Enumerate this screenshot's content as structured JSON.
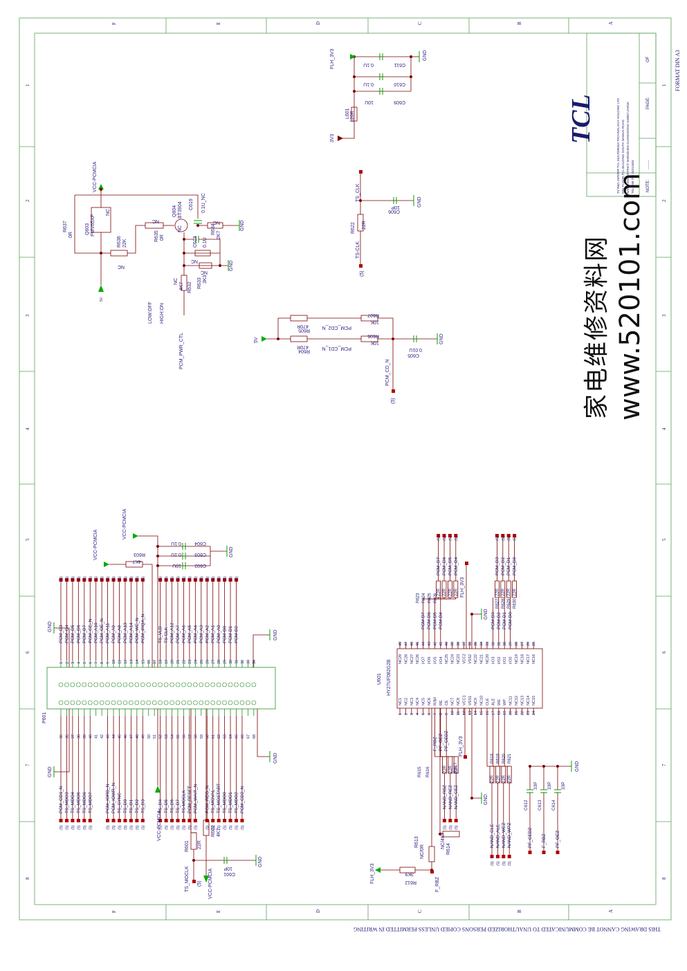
{
  "border": {
    "col_labels": [
      "F",
      "E",
      "D",
      "C",
      "B",
      "A"
    ],
    "row_labels": [
      "1",
      "2",
      "3",
      "4",
      "5",
      "6",
      "7",
      "8"
    ],
    "format": "FORMAT DIN A3",
    "footer_note": "THIS DRAWING CANNOT BE COMMUNICATED TO UNAUTHORIZED PERSONS COPIED UNLESS PERMITTED IN WRITING"
  },
  "title_block": {
    "logo": "TCL",
    "address_lines": [
      "TV R&D CENTER TCL MULTIMEDIA TECHNOLOGY HOLDING LTD",
      "5TH FLOOR,TCL BUILDING SOUTH NANHAI ROAD",
      "NANSHAN DISTRICT SHENZHEN GUANGDONG 518067,CHINA",
      "TEL: +86 755 33312403"
    ],
    "of_label": "OF",
    "page_label": "PAGE:",
    "note_label": "NOTE:",
    "note_dots": "........"
  },
  "watermark": {
    "chinese": "家电维修资料网",
    "url": "www.520101.com"
  },
  "flh_block": {
    "net_top": "FLH_3V3",
    "net_bottom": "3V3",
    "inductor_ref": "L601",
    "inductor_val": "120R",
    "caps": [
      {
        "ref": "C611",
        "val": "0.1U"
      },
      {
        "ref": "C610",
        "val": "0.1U"
      },
      {
        "ref": "C609",
        "val": "10U"
      }
    ],
    "gnd": "GND"
  },
  "ts_clk_block": {
    "net": "TS_CLK",
    "net2": "TS-CLK",
    "res_ref": "R622",
    "res_val": "22R",
    "cap_ref": "C606",
    "cap_val": "10P",
    "sheet": "(5)",
    "gnd": "GND"
  },
  "cd_block": {
    "supply": "5V",
    "r604": "R604",
    "r604_val": "470R",
    "r605": "R605",
    "r605_val": "470R",
    "r606": "R606",
    "r606_val": "10K",
    "r607": "R607",
    "r607_val": "10K",
    "net_cd1": "PCM_CD1_N",
    "net_cd2": "PCM_CD2_N",
    "net_cdn": "PCM_CD_N",
    "cap_ref": "C605",
    "cap_val": "0.01U",
    "sheet": "(5)",
    "gnd": "GND"
  },
  "power_block": {
    "vcc": "VCC-PCMCIA",
    "supply": "5V",
    "r637": "R637",
    "r637_val": "0R",
    "q603": "Q603",
    "q603_part": "PMV65XP",
    "nc": "NC",
    "r636": "R636",
    "r636_val": "22K",
    "r635": "R635",
    "r635_val": "0R",
    "q604": "Q604",
    "q604_part": "BT3904",
    "c619": "C619",
    "c619_val": "0.1U_NC",
    "c618": "C618",
    "c618_val": "0.1U",
    "r634": "R634",
    "r634_val": "2K7",
    "r633": "R633",
    "r633_val": "3K3",
    "r632": "R632",
    "r632_val": "4K7",
    "low_off": "LOW:OFF",
    "high_on": "HIGH:ON",
    "ctl_net": "PCM_PWR_CTL",
    "gnd": "GND"
  },
  "pcmcia": {
    "ref": "P601",
    "vcc": "VCC-PCMCIA",
    "gnd": "GND",
    "r603": "R603",
    "r603_val": "4K7",
    "caps": [
      {
        "ref": "C604",
        "val": "0.1U"
      },
      {
        "ref": "C603",
        "val": "0.1U"
      },
      {
        "ref": "C602",
        "val": "10U"
      }
    ],
    "top_nets": [
      "PCM_D3",
      "PCM_D4",
      "PCM_D5",
      "PCM_D6",
      "PCM_D7",
      "PCM_CE_N",
      "PCM_A10",
      "PCM_OE_N",
      "PCM_A11",
      "PCM_A9",
      "PCM_A8",
      "PCM_A13",
      "PCM_A14",
      "PCM_WE_N",
      "PCM_IRQA_N",
      "",
      "",
      "TS_VLD",
      "TS-CLK",
      "PCM_A12",
      "PCM_A7",
      "PCM_A6",
      "PCM_A5",
      "PCM_A4",
      "PCM_A3",
      "PCM_A2",
      "PCM_A1",
      "PCM_A0",
      "PCM-D0",
      "PCM-D1",
      "PCM-D2",
      ""
    ],
    "top_pins": [
      "1",
      "2",
      "3",
      "4",
      "5",
      "6",
      "7",
      "8",
      "9",
      "10",
      "11",
      "12",
      "13",
      "14",
      "15",
      "16",
      "17",
      "18",
      "19",
      "20",
      "21",
      "22",
      "23",
      "24",
      "25",
      "26",
      "27",
      "28",
      "29",
      "30",
      "31",
      "32",
      "33",
      "34"
    ],
    "bottom_pins": [
      "35",
      "36",
      "37",
      "38",
      "39",
      "40",
      "41",
      "42",
      "43",
      "44",
      "45",
      "46",
      "47",
      "48",
      "49",
      "50",
      "51",
      "52",
      "53",
      "54",
      "55",
      "56",
      "57",
      "58",
      "59",
      "60",
      "61",
      "62",
      "63",
      "64",
      "65",
      "66",
      "67",
      "68"
    ],
    "bottom_nets": [
      "PCM_CD1_N",
      "TS_MDO3",
      "TS_MDO4",
      "TS_MDO5",
      "TS_MDO6",
      "TS_MDO7",
      "",
      "",
      "PCM_IORD_N",
      "PCM_IOWR_N",
      "TS_SYNC",
      "TS_D0",
      "TS_D1",
      "TS_D2",
      "TS_D3",
      "",
      "",
      "TS_D4",
      "TS_D5",
      "TS_D6",
      "TS_D7",
      "TS-MOCLK",
      "PCM_RESET",
      "PCM_WAIT_N",
      "",
      "PCM_REG_N",
      "TS_MOVAL",
      "TS_MOSTART",
      "TS_MDO0",
      "TS_MDO1",
      "TS_MDO2",
      "PCM_CD2_N"
    ],
    "sheet": "(5)",
    "r601": "R601",
    "r601_val": "22R",
    "r602": "R602",
    "r602_val": "4K7",
    "c601": "C601",
    "c601_val": "10P",
    "ts_moclk": "TS_MOCLK"
  },
  "nand": {
    "ref": "U601",
    "part": "HY27UF082G2B",
    "flh": "FLH_3V3",
    "gnd": "GND",
    "left_pins": [
      {
        "n": "1",
        "name": "NC1"
      },
      {
        "n": "2",
        "name": "NC2"
      },
      {
        "n": "3",
        "name": "NC3"
      },
      {
        "n": "4",
        "name": "NC4"
      },
      {
        "n": "5",
        "name": "NC5"
      },
      {
        "n": "6",
        "name": "NC6"
      },
      {
        "n": "7",
        "name": "R/B#"
      },
      {
        "n": "8",
        "name": "RE"
      },
      {
        "n": "9",
        "name": "CE"
      },
      {
        "n": "10",
        "name": "NC7"
      },
      {
        "n": "11",
        "name": "NC8"
      },
      {
        "n": "12",
        "name": "VCC1"
      },
      {
        "n": "13",
        "name": "VSS1"
      },
      {
        "n": "14",
        "name": "NC9"
      },
      {
        "n": "15",
        "name": "NC10"
      },
      {
        "n": "16",
        "name": "CLE"
      },
      {
        "n": "17",
        "name": "ALE"
      },
      {
        "n": "18",
        "name": "WE"
      },
      {
        "n": "19",
        "name": "WP"
      },
      {
        "n": "20",
        "name": "NC11"
      },
      {
        "n": "21",
        "name": "NC12"
      },
      {
        "n": "22",
        "name": "NC13"
      },
      {
        "n": "23",
        "name": "NC14"
      },
      {
        "n": "24",
        "name": "NC15"
      }
    ],
    "right_pins": [
      {
        "n": "48",
        "name": "NC29"
      },
      {
        "n": "47",
        "name": "NC28"
      },
      {
        "n": "46",
        "name": "NC27"
      },
      {
        "n": "45",
        "name": "NC26"
      },
      {
        "n": "44",
        "name": "I/O7"
      },
      {
        "n": "43",
        "name": "I/O6"
      },
      {
        "n": "42",
        "name": "I/O5"
      },
      {
        "n": "41",
        "name": "I/O4"
      },
      {
        "n": "40",
        "name": "NC25"
      },
      {
        "n": "39",
        "name": "NC24"
      },
      {
        "n": "38",
        "name": "NC23"
      },
      {
        "n": "37",
        "name": "VCC2"
      },
      {
        "n": "36",
        "name": "VSS2"
      },
      {
        "n": "35",
        "name": "NC22"
      },
      {
        "n": "34",
        "name": "NC21"
      },
      {
        "n": "33",
        "name": "NC20"
      },
      {
        "n": "32",
        "name": "I/O3"
      },
      {
        "n": "31",
        "name": "I/O2"
      },
      {
        "n": "30",
        "name": "I/O1"
      },
      {
        "n": "29",
        "name": "I/O0"
      },
      {
        "n": "28",
        "name": "NC19"
      },
      {
        "n": "27",
        "name": "NC18"
      },
      {
        "n": "26",
        "name": "NC17"
      },
      {
        "n": "25",
        "name": "NC16"
      }
    ],
    "data_hi_nets": [
      "PCM-D7",
      "PCM-D6",
      "PCM-D5",
      "PCM-D4"
    ],
    "data_hi_out": [
      "PCM_D7",
      "PCM_D6",
      "PCM_D5",
      "PCM_D4"
    ],
    "data_hi_res": [
      "R623",
      "R624",
      "R625",
      "R626"
    ],
    "data_lo_nets": [
      "PCM-D3",
      "PCM-D2",
      "PCM-D1",
      "PCM-D0"
    ],
    "data_lo_out": [
      "PCM_D3",
      "PCM_D2",
      "PCM_D1",
      "PCM_D0"
    ],
    "data_lo_res": [
      "R627",
      "R628",
      "R629",
      "R630"
    ],
    "res_val": "22R",
    "ctl_res": [
      "R615",
      "R616",
      "R617"
    ],
    "ctl_nets": [
      "F_RBZ",
      "PF_OEZ",
      "PF_CEDZ"
    ],
    "ctl_out": [
      "NAND_RBZ",
      "NAND_REZ",
      "NAND_CEZ"
    ],
    "cle_res": [
      "R618",
      "R619",
      "R620",
      "R621"
    ],
    "cle_out": [
      "NAND_CLE",
      "NAND_ALE",
      "NAND_WEZ",
      "NAND_WPZ"
    ],
    "r612": "R612",
    "r612_val": "3K9",
    "r613": "R613",
    "r613_val": "NC/0R",
    "r614": "R614",
    "r614_val": "NC/4K7",
    "f_rbz": "F_RBZ",
    "caps": [
      {
        "ref": "C612",
        "val": "33P",
        "net": "PF_CEDZ"
      },
      {
        "ref": "C613",
        "val": "33P",
        "net": "F_RBZ"
      },
      {
        "ref": "C614",
        "val": "33P",
        "net": "PF_OEZ"
      }
    ],
    "sheet": "(5)"
  }
}
